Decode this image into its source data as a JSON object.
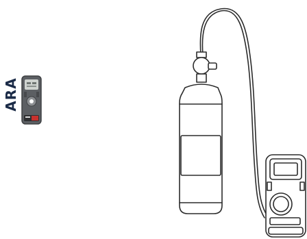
{
  "product": {
    "name_label": "ARA",
    "label_color": "#1b2b47"
  },
  "thumbnail": {
    "icon": "gas-detector-thumbnail",
    "body_color": "#5c5f63",
    "screen_color": "#cfd3d0",
    "accent_color": "#c8312e"
  },
  "illustration": {
    "icon": "calibration-gas-cylinder-with-tube-and-detector",
    "stroke_color": "#2b2b2b"
  }
}
